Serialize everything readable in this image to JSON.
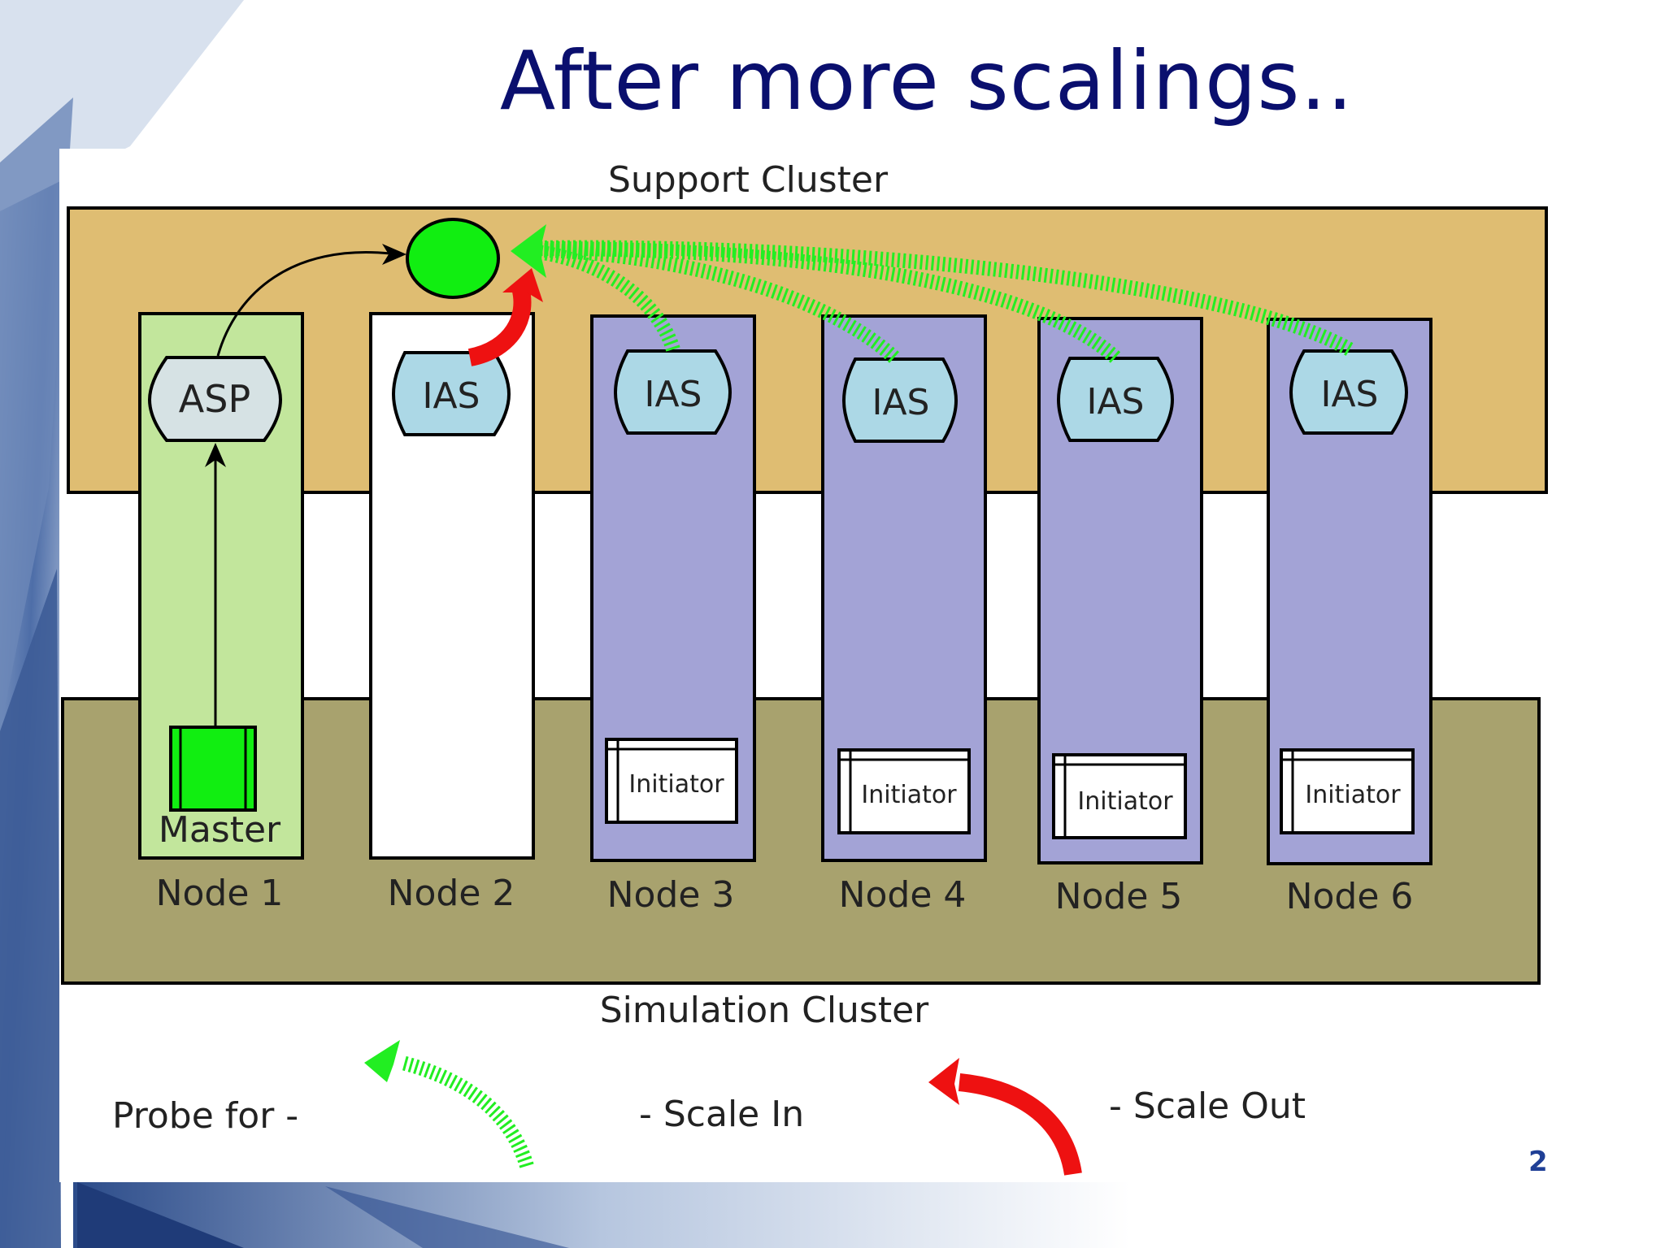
{
  "title": "After more scalings..",
  "page_number": "2",
  "diagram": {
    "support_cluster_label": "Support Cluster",
    "simulation_cluster_label": "Simulation Cluster",
    "nodes": [
      {
        "label": "Node 1",
        "service": "ASP",
        "process": "Master",
        "status": "master"
      },
      {
        "label": "Node 2",
        "service": "IAS",
        "process": "",
        "status": "idle"
      },
      {
        "label": "Node 3",
        "service": "IAS",
        "process": "Initiator",
        "status": "simulation"
      },
      {
        "label": "Node 4",
        "service": "IAS",
        "process": "Initiator",
        "status": "simulation"
      },
      {
        "label": "Node 5",
        "service": "IAS",
        "process": "Initiator",
        "status": "simulation"
      },
      {
        "label": "Node 6",
        "service": "IAS",
        "process": "Initiator",
        "status": "simulation"
      }
    ],
    "legend": {
      "probe_label": "Probe for -",
      "scale_in_label": "- Scale In",
      "scale_out_label": "- Scale Out"
    },
    "colors": {
      "support_cluster": "#dfbd72",
      "simulation_cluster": "#a8a26e",
      "master_node": "#c2e69c",
      "simulation_node": "#a3a3d6",
      "idle_node": "#ffffff",
      "service_box": "#acd8e6",
      "asp_box": "#d6e2e4",
      "probe_arrow": "#22ee22",
      "scale_out_arrow": "#ee1111",
      "title": "#0a0f6e"
    }
  }
}
